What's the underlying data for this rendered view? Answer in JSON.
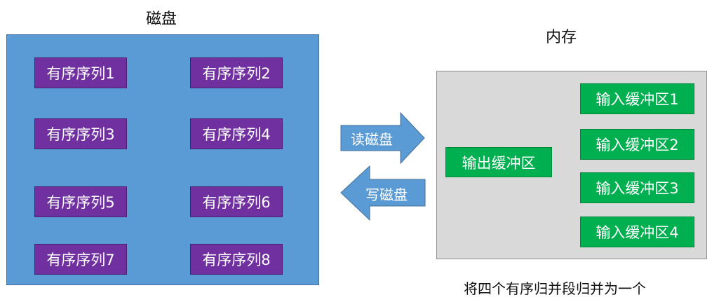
{
  "disk": {
    "title": "磁盘",
    "sequences": [
      "有序序列1",
      "有序序列2",
      "有序序列3",
      "有序序列4",
      "有序序列5",
      "有序序列6",
      "有序序列7",
      "有序序列8"
    ]
  },
  "memory": {
    "title": "内存",
    "output_buffer": "输出缓冲区",
    "input_buffers": [
      "输入缓冲区1",
      "输入缓冲区2",
      "输入缓冲区3",
      "输入缓冲区4"
    ]
  },
  "arrows": {
    "read": "读磁盘",
    "write": "写磁盘"
  },
  "caption": "将四个有序归并段归并为一个",
  "colors": {
    "disk_fill": "#5b9bd5",
    "sequence_fill": "#7030a0",
    "memory_fill": "#d9d9d9",
    "buffer_fill": "#00b050",
    "arrow_fill": "#5b9bd5",
    "connector": "#5b9bd5"
  }
}
